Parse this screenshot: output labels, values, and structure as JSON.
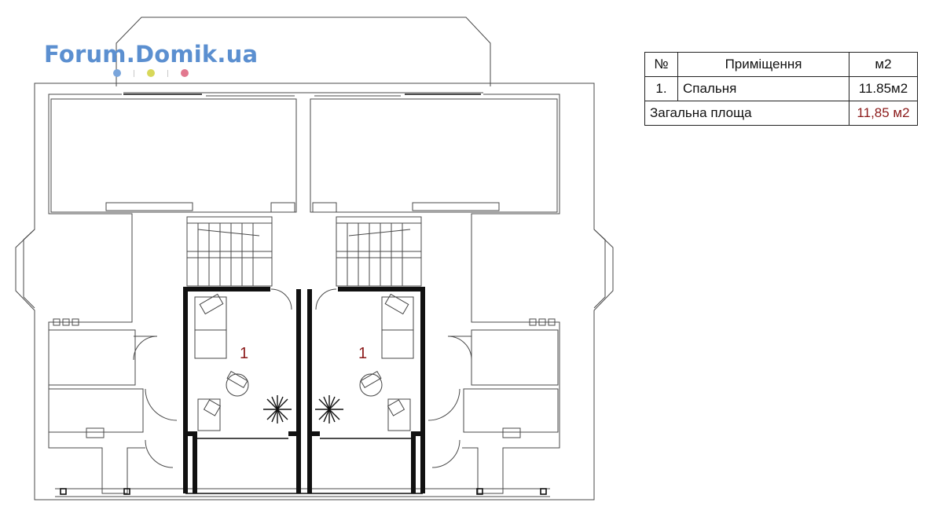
{
  "watermark": {
    "text": "Forum.Domik.ua",
    "dots": [
      "#7aa5db",
      "#d8d85a",
      "#e2788f"
    ]
  },
  "table": {
    "header": {
      "num": "№",
      "name": "Приміщення",
      "area": "м2"
    },
    "rows": [
      {
        "num": "1.",
        "name": "Спальня",
        "area": "11.85м2"
      }
    ],
    "total": {
      "label": "Загальна площа",
      "value": "11,85 м2"
    }
  },
  "plan": {
    "room_labels": [
      "1",
      "1"
    ]
  }
}
